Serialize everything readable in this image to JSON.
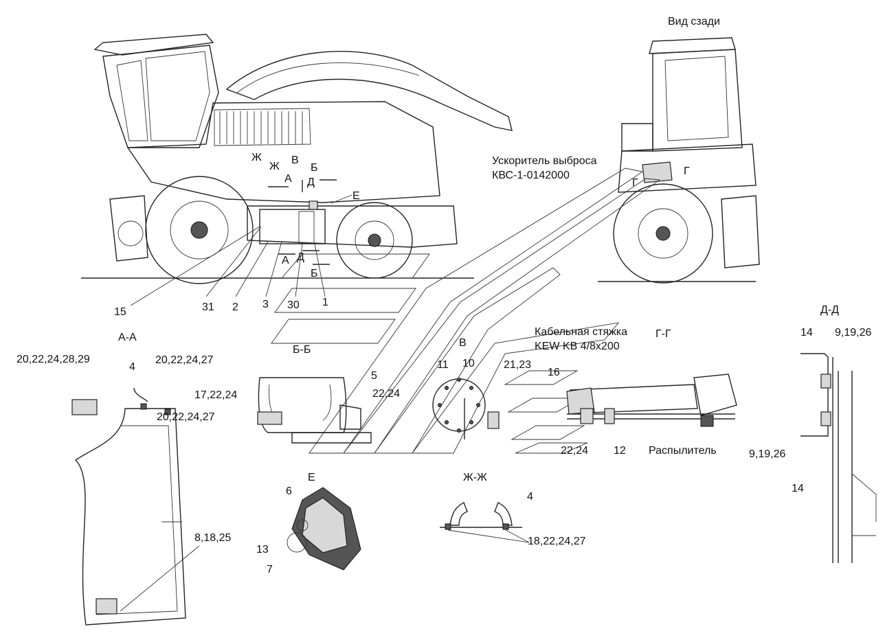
{
  "views": {
    "rear_view_title": "Вид сзади",
    "section_aa": "А-А",
    "section_bb": "Б-Б",
    "view_v": "В",
    "section_gg": "Г-Г",
    "section_dd": "Д-Д",
    "view_e": "Е",
    "section_zhzh": "Ж-Ж"
  },
  "callouts": {
    "accelerator_name": "Ускоритель выброса",
    "accelerator_code": "КВС-1-0142000",
    "cable_tie_name": "Кабельная стяжка",
    "cable_tie_code": "KEW KB 4/8x200",
    "sprayer": "Распылитель"
  },
  "section_marks": {
    "zh1": "Ж",
    "zh2": "Ж",
    "a_top": "А",
    "v_top": "В",
    "b_top": "Б",
    "d_top": "Д",
    "e_top": "Е",
    "a_bot": "А",
    "d_bot": "Д",
    "b_bot": "Б",
    "g_left": "Г",
    "g_right": "Г"
  },
  "positions": {
    "p15": "15",
    "p31": "31",
    "p2": "2",
    "p3": "3",
    "p30": "30",
    "p1": "1",
    "aa_1": "20,22,24,28,29",
    "aa_2": "4",
    "aa_3": "20,22,24,27",
    "aa_4": "20,22,24,27",
    "aa_5": "8,18,25",
    "bb_1": "17,22,24",
    "bb_2": "5",
    "bb_3": "22,24",
    "v_1": "11",
    "v_2": "10",
    "v_3": "21,23",
    "gg_1": "16",
    "gg_2": "22,24",
    "gg_3": "12",
    "dd_1": "14",
    "dd_2": "9,19,26",
    "dd_3": "9,19,26",
    "dd_4": "14",
    "e_1": "6",
    "e_2": "13",
    "e_3": "7",
    "zh_1": "4",
    "zh_2": "18,22,24,27"
  }
}
